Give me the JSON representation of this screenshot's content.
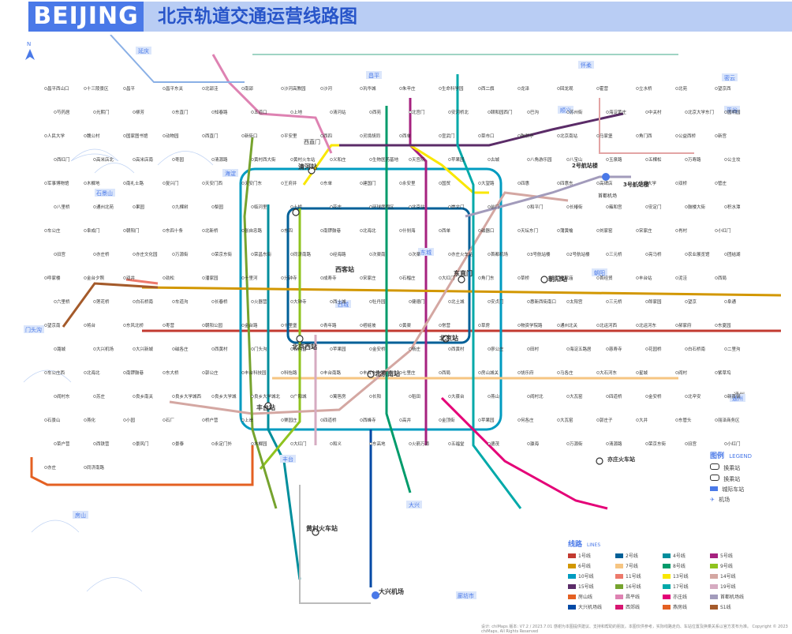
{
  "header": {
    "title_en": "BEIJING",
    "title_zh": "北京轨道交通运营线路图"
  },
  "colors": {
    "brand_blue": "#4a79e8",
    "brand_light": "#b9cdf4"
  },
  "districts": [
    "延庆",
    "昌平",
    "怀柔",
    "密云",
    "平谷",
    "顺义",
    "海淀",
    "石景山",
    "门头沟",
    "东城",
    "西城",
    "朝阳",
    "丰台",
    "通州",
    "大兴",
    "房山",
    "廊坊市"
  ],
  "major_stations": [
    "清河站",
    "西直门",
    "东直门",
    "北京西站",
    "北京南站",
    "北京站",
    "丰台站",
    "朝阳站",
    "西客站",
    "大兴机场",
    "2号航站楼",
    "3号航站楼",
    "首都机场",
    "黄村火车站",
    "亦庄火车站",
    "通州"
  ],
  "stations": [
    "昌平西山口",
    "十三陵景区",
    "昌平",
    "昌平东关",
    "北邵洼",
    "南邵",
    "沙河高教园",
    "沙河",
    "巩华城",
    "朱辛庄",
    "生命科学园",
    "西二旗",
    "龙泽",
    "回龙观",
    "霍营",
    "立水桥",
    "北苑",
    "望京西",
    "芍药居",
    "光熙门",
    "柳芳",
    "东直门",
    "知春路",
    "五道口",
    "上地",
    "清河站",
    "西苑",
    "北宫门",
    "安河桥北",
    "颐和园西门",
    "巴沟",
    "苏州街",
    "海淀黄庄",
    "中关村",
    "北京大学东门",
    "圆明园",
    "人民大学",
    "魏公村",
    "国家图书馆",
    "动物园",
    "西直门",
    "新街口",
    "平安里",
    "西四",
    "灵境胡同",
    "西单",
    "宣武门",
    "菜市口",
    "陶然亭",
    "北京南站",
    "马家堡",
    "角门西",
    "公益西桥",
    "新宫",
    "西红门",
    "高米店北",
    "高米店南",
    "枣园",
    "清源路",
    "黄村西大街",
    "黄村火车站",
    "义和庄",
    "生物医药基地",
    "天宫院",
    "苹果园",
    "古城",
    "八角游乐园",
    "八宝山",
    "玉泉路",
    "五棵松",
    "万寿路",
    "公主坟",
    "军事博物馆",
    "木樨地",
    "南礼士路",
    "复兴门",
    "天安门西",
    "天安门东",
    "王府井",
    "东单",
    "建国门",
    "永安里",
    "国贸",
    "大望路",
    "四惠",
    "四惠东",
    "高碑店",
    "传媒大学",
    "双桥",
    "管庄",
    "八里桥",
    "通州北苑",
    "果园",
    "九棵树",
    "梨园",
    "临河里",
    "土桥",
    "花庄",
    "环球度假区",
    "北京站",
    "崇文门",
    "前门",
    "和平门",
    "长椿街",
    "雍和宫",
    "安定门",
    "鼓楼大街",
    "积水潭",
    "车公庄",
    "阜成门",
    "朝阳门",
    "东四十条",
    "北新桥",
    "张自忠路",
    "东四",
    "南锣鼓巷",
    "北海北",
    "什刹海",
    "西单",
    "磁器口",
    "天坛东门",
    "蒲黄榆",
    "刘家窑",
    "宋家庄",
    "肖村",
    "小红门",
    "旧宫",
    "亦庄桥",
    "亦庄文化园",
    "万源街",
    "荣京东街",
    "荣昌东街",
    "同济南路",
    "经海路",
    "次渠南",
    "次渠",
    "亦庄火车站",
    "首都机场",
    "3号航站楼",
    "2号航站楼",
    "三元桥",
    "亮马桥",
    "农业展览馆",
    "团结湖",
    "呼家楼",
    "金台夕照",
    "双井",
    "劲松",
    "潘家园",
    "十里河",
    "分钟寺",
    "成寿寺",
    "宋家庄",
    "石榴庄",
    "大红门",
    "角门东",
    "草桥",
    "纪家庙",
    "首经贸",
    "丰台站",
    "泥洼",
    "西局",
    "六里桥",
    "莲花桥",
    "白石桥南",
    "车道沟",
    "长春桥",
    "火器营",
    "大钟寺",
    "西土城",
    "牡丹园",
    "健德门",
    "北土城",
    "安贞门",
    "惠新西街南口",
    "太阳宫",
    "三元桥",
    "郎家园",
    "望京",
    "阜通",
    "望京南",
    "将台",
    "东风北桥",
    "枣营",
    "朝阳公园",
    "金台路",
    "十里堡",
    "青年路",
    "褡裢坡",
    "黄渠",
    "常营",
    "草房",
    "物资学院路",
    "通州北关",
    "北运河西",
    "北运河东",
    "郝家府",
    "东夏园",
    "潞城",
    "大兴机场",
    "大兴新城",
    "磁各庄",
    "西黄村",
    "门头沟",
    "石门营",
    "苹果园",
    "金安桥",
    "杨庄",
    "西黄村",
    "廖公庄",
    "田村",
    "海淀五路居",
    "慈寿寺",
    "花园桥",
    "白石桥南",
    "二里沟",
    "车公庄西",
    "北海北",
    "南锣鼓巷",
    "东大桥",
    "郭公庄",
    "丰台科技园",
    "科怡路",
    "丰台南路",
    "丰台东大街",
    "七里庄",
    "西局",
    "房山城关",
    "饶乐府",
    "马各庄",
    "大石河东",
    "星城",
    "阎村",
    "紫草坞",
    "阎村东",
    "苏庄",
    "良乡南关",
    "良乡大学城西",
    "良乡大学城",
    "良乡大学城北",
    "广阳城",
    "篱笆房",
    "长阳",
    "稻田",
    "大葆台",
    "燕山",
    "阎村北",
    "大瓦窑",
    "四道桥",
    "金安桥",
    "北辛安",
    "新首钢",
    "石景山",
    "燕化",
    "小园",
    "石厂",
    "桥户营",
    "上岸",
    "栗园庄",
    "四道桥",
    "西峰寺",
    "高井",
    "金顶街",
    "苹果园",
    "何各庄",
    "大瓦窑",
    "郭庄子",
    "大井",
    "东管头",
    "丽泽商务区",
    "菜户营",
    "西铁营",
    "景风门",
    "景泰",
    "永定门外",
    "木樨园",
    "大红门",
    "和义",
    "东高地",
    "火箭万源",
    "五福堂",
    "德茂",
    "瀛海",
    "万源街",
    "清源路",
    "荣京东街",
    "旧宫",
    "小红门",
    "亦庄",
    "同济南路"
  ],
  "legend": {
    "title": "图例",
    "title_en": "LEGEND",
    "items": [
      "换乘站",
      "换乘站",
      "城际车站",
      "机场"
    ]
  },
  "lines_panel": {
    "title": "线路",
    "title_en": "LINES",
    "lines": [
      {
        "name": "1号线",
        "color": "#c23a30"
      },
      {
        "name": "2号线",
        "color": "#006098"
      },
      {
        "name": "4号线",
        "color": "#008e9c"
      },
      {
        "name": "5号线",
        "color": "#a6217f"
      },
      {
        "name": "6号线",
        "color": "#d29700"
      },
      {
        "name": "7号线",
        "color": "#f6c582"
      },
      {
        "name": "8号线",
        "color": "#009b6b"
      },
      {
        "name": "9号线",
        "color": "#8fc31f"
      },
      {
        "name": "10号线",
        "color": "#009bc0"
      },
      {
        "name": "11号线",
        "color": "#ed796b"
      },
      {
        "name": "13号线",
        "color": "#f9e700"
      },
      {
        "name": "14号线",
        "color": "#d4a7a2"
      },
      {
        "name": "15号线",
        "color": "#5b2c68"
      },
      {
        "name": "16号线",
        "color": "#76a32e"
      },
      {
        "name": "17号线",
        "color": "#00a9a9"
      },
      {
        "name": "19号线",
        "color": "#d6abc1"
      },
      {
        "name": "房山线",
        "color": "#e46022"
      },
      {
        "name": "昌平线",
        "color": "#de82b2"
      },
      {
        "name": "亦庄线",
        "color": "#e40077"
      },
      {
        "name": "首都机场线",
        "color": "#a29bbb"
      },
      {
        "name": "大兴机场线",
        "color": "#0049a5"
      },
      {
        "name": "西郊线",
        "color": "#d71671"
      },
      {
        "name": "燕房线",
        "color": "#e46022"
      },
      {
        "name": "S1线",
        "color": "#a45a2a"
      }
    ]
  },
  "footer": {
    "text": "设计: chiMaps   版本: V7.2 / 2023.7.01   感谢为本图提供建议、支持和帮助的朋友。本图仅供参考，实际线路走向、车站位置及换乘关系以官方发布为准。   Copyright © 2023 chiMaps, All Rights Reserved"
  }
}
